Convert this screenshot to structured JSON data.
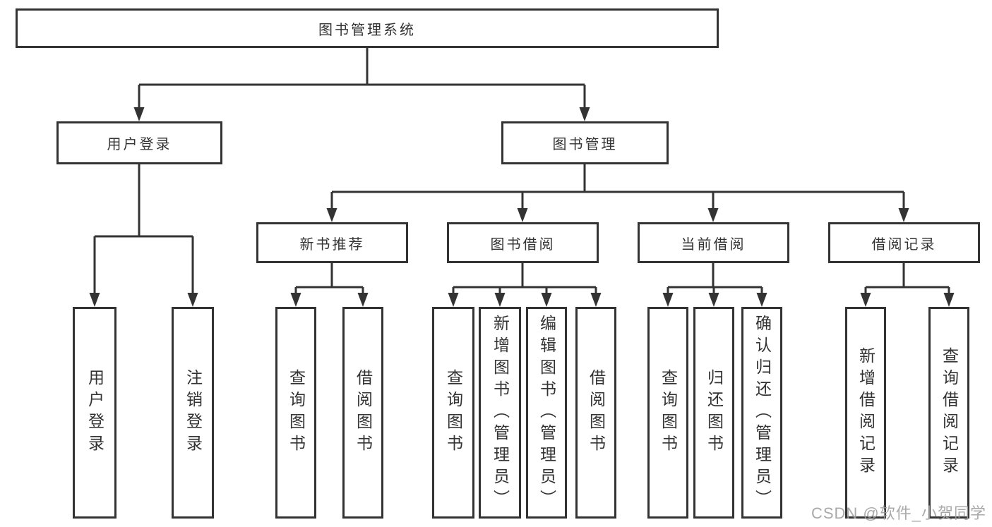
{
  "diagram": {
    "type": "hierarchy-tree",
    "root": {
      "label": "图书管理系统"
    },
    "level2": [
      {
        "label": "用户登录",
        "parent": "图书管理系统"
      },
      {
        "label": "图书管理",
        "parent": "图书管理系统"
      }
    ],
    "level3": [
      {
        "label": "新书推荐",
        "parent": "图书管理"
      },
      {
        "label": "图书借阅",
        "parent": "图书管理"
      },
      {
        "label": "当前借阅",
        "parent": "图书管理"
      },
      {
        "label": "借阅记录",
        "parent": "图书管理"
      }
    ],
    "leaves": [
      {
        "label": "用户登录",
        "parent": "用户登录"
      },
      {
        "label": "注销登录",
        "parent": "用户登录"
      },
      {
        "label": "查询图书",
        "parent": "新书推荐"
      },
      {
        "label": "借阅图书",
        "parent": "新书推荐"
      },
      {
        "label": "查询图书",
        "parent": "图书借阅"
      },
      {
        "label": "新增图书（管理员）",
        "parent": "图书借阅"
      },
      {
        "label": "编辑图书（管理员）",
        "parent": "图书借阅"
      },
      {
        "label": "借阅图书",
        "parent": "图书借阅"
      },
      {
        "label": "查询图书",
        "parent": "当前借阅"
      },
      {
        "label": "归还图书",
        "parent": "当前借阅"
      },
      {
        "label": "确认归还（管理员）",
        "parent": "当前借阅"
      },
      {
        "label": "新增借阅记录",
        "parent": "借阅记录"
      },
      {
        "label": "查询借阅记录",
        "parent": "借阅记录"
      }
    ]
  },
  "watermark": {
    "text": "CSDN @软件_小贺同学"
  },
  "colors": {
    "box_border": "#333333",
    "connector_line": "#333333",
    "arrowhead": "#333333",
    "text": "#333333",
    "box_background": "#ffffff",
    "page_background": "#ffffff",
    "watermark": "#9e9e9e"
  }
}
